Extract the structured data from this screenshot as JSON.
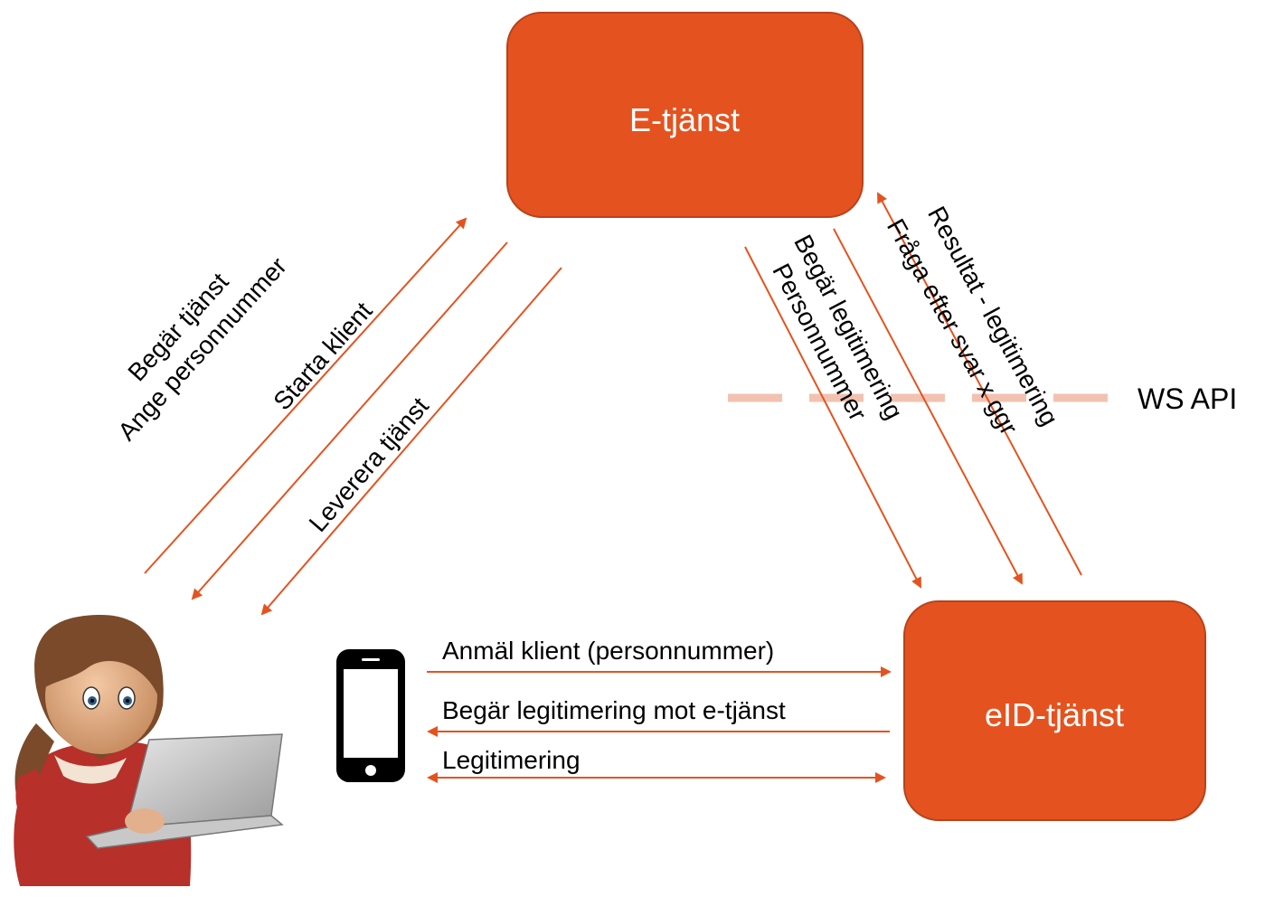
{
  "nodes": {
    "e_service": {
      "label": "E-tjänst"
    },
    "eid_service": {
      "label": "eID-tjänst"
    }
  },
  "api_boundary": {
    "label": "WS API"
  },
  "user_flows": [
    {
      "label": "Begär tjänst"
    },
    {
      "label": "Ange personnummer"
    },
    {
      "label": "Starta klient"
    },
    {
      "label": "Leverera tjänst"
    }
  ],
  "service_flows": [
    {
      "label": "Personnummer"
    },
    {
      "label": "Begär legitimering"
    },
    {
      "label": "Fråga efter svar x ggr"
    },
    {
      "label": "Resultat - legitimering"
    }
  ],
  "client_flows": [
    {
      "label": "Anmäl klient (personnummer)"
    },
    {
      "label": "Begär legitimering mot e-tjänst"
    },
    {
      "label": "Legitimering"
    }
  ],
  "colors": {
    "box_fill": "#E4531F",
    "box_stroke": "#B8421A",
    "arrow": "#E4531F",
    "api_line": "#F2C2B0"
  },
  "icons": {
    "user": "user-with-laptop-icon",
    "phone": "smartphone-icon"
  }
}
